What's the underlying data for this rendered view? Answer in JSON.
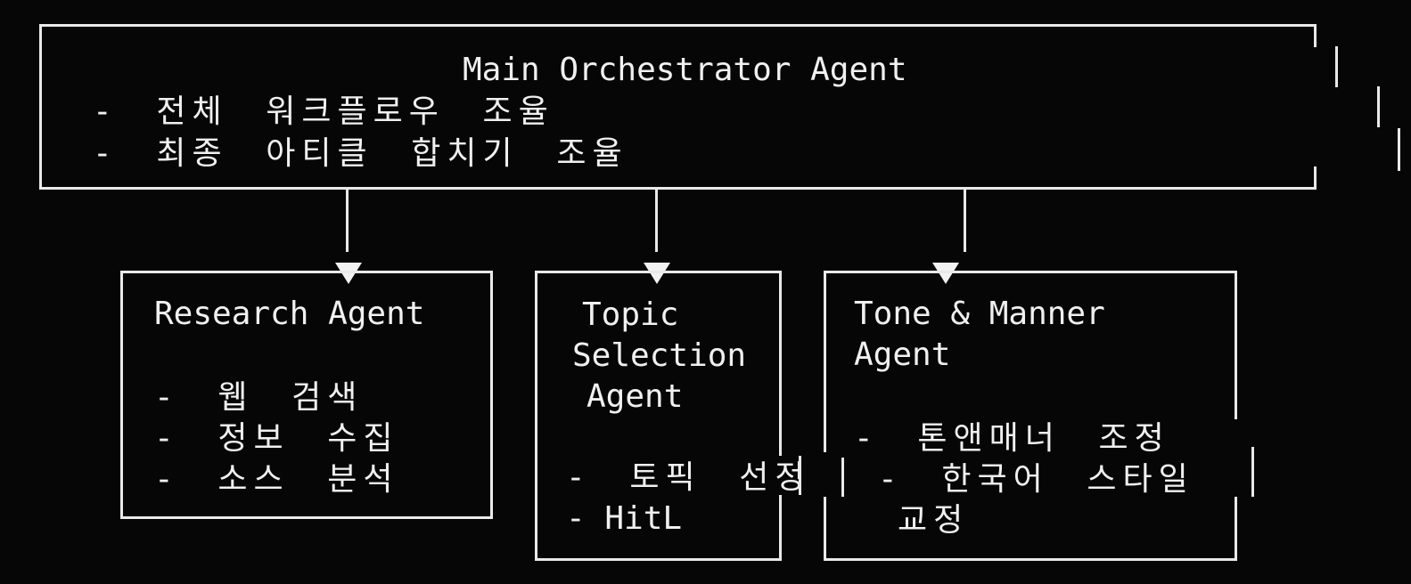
{
  "colors": {
    "background": "#060606",
    "foreground": "#f0f0f0",
    "line": "#e9e9e9"
  },
  "orchestrator": {
    "title": "Main Orchestrator Agent",
    "bullets": [
      "- 전체 워크플로우 조율",
      "- 최종 아티클 합치기 조율"
    ]
  },
  "research": {
    "title": "Research Agent",
    "bullets": [
      "- 웹 검색",
      "- 정보 수집",
      "- 소스 분석"
    ]
  },
  "topic": {
    "title_lines": [
      "Topic",
      "Selection",
      "Agent"
    ],
    "bullets": [
      "- 토픽 선정",
      "- HitL"
    ]
  },
  "tone": {
    "title_lines": [
      "Tone & Manner",
      "Agent"
    ],
    "bullets": [
      "- 톤앤매너 조정",
      "- 한국어 스타일",
      "교정"
    ]
  }
}
